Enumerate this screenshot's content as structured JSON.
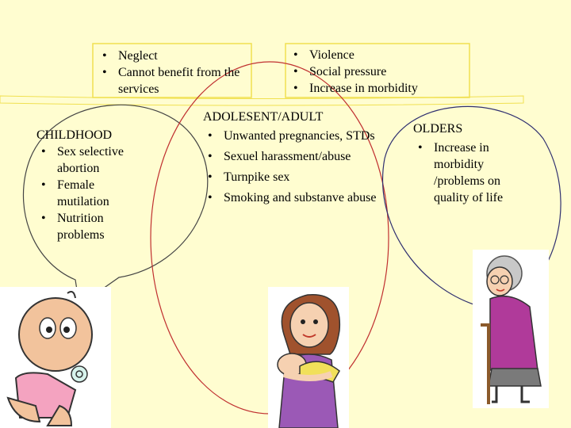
{
  "top_left_box": {
    "items": [
      "Neglect",
      "Cannot benefit from the services"
    ]
  },
  "top_right_box": {
    "items": [
      "Violence",
      "Social pressure",
      "Increase in morbidity"
    ]
  },
  "childhood": {
    "heading": "CHILDHOOD",
    "items": [
      "Sex selective abortion",
      "Female mutilation",
      "Nutrition problems"
    ]
  },
  "adolescent_adult": {
    "heading": "ADOLESENT/ADULT",
    "items": [
      "Unwanted pregnancies, STDs",
      "Sexuel harassment/abuse",
      "Turnpike sex",
      "Smoking and substanve abuse"
    ]
  },
  "olders": {
    "heading": "OLDERS",
    "items": [
      "Increase in morbidity /problems on quality of life"
    ]
  },
  "colors": {
    "background": "#fffdd0",
    "box_outline": "#f0e050",
    "childhood_circle": "#444444",
    "adult_circle": "#c03030",
    "olders_circle": "#303070"
  },
  "icons": [
    "baby-figure",
    "mother-holding-baby-figure",
    "elderly-woman-figure"
  ]
}
